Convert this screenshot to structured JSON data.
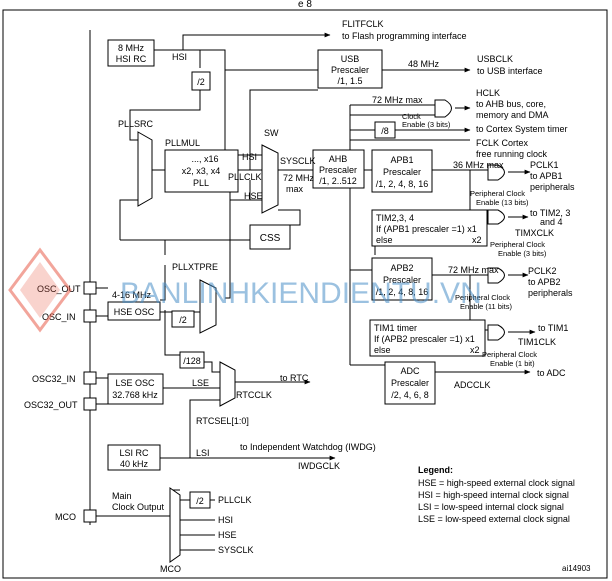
{
  "title_top": "e 8",
  "watermark": "BANLINHKIENDIENTU.VN",
  "figure_id": "ai14903",
  "blocks": {
    "hsi": [
      "8 MHz",
      "HSI RC"
    ],
    "usb": [
      "USB",
      "Prescaler",
      "/1, 1.5"
    ],
    "div2": "/2",
    "pllmul_title": "PLLMUL",
    "pll": [
      "..., x16",
      "x2, x3, x4",
      "PLL"
    ],
    "ahb": [
      "AHB",
      "Prescaler",
      "/1, 2..512"
    ],
    "div8": "/8",
    "apb1": [
      "APB1",
      "Prescaler",
      "/1, 2, 4, 8, 16"
    ],
    "tim234": [
      "TIM2,3, 4",
      "If (APB1 prescaler =1) x1",
      "else"
    ],
    "x2a": "x2",
    "css": "CSS",
    "pllxtpre": "PLLXTPRE",
    "hse_osc": "HSE OSC",
    "div2b": "/2",
    "apb2": [
      "APB2",
      "Prescaler",
      "/1, 2, 4, 8, 16"
    ],
    "tim1": [
      "TIM1 timer",
      "If (APB2 prescaler =1) x1",
      "else"
    ],
    "x2b": "x2",
    "div128": "/128",
    "adc": [
      "ADC",
      "Prescaler",
      "/2, 4, 6, 8"
    ],
    "lse_osc": [
      "LSE OSC",
      "32.768 kHz"
    ],
    "lsi_rc": [
      "LSI RC",
      "40 kHz"
    ],
    "mco_div2": "/2"
  },
  "labels": {
    "flitfclk": "FLITFCLK",
    "flash_if": "to Flash programming interface",
    "hsi_sig": "HSI",
    "usbclk": "USBCLK",
    "usb_freq": "48 MHz",
    "to_usb": "to USB interface",
    "hclk": "HCLK",
    "to_ahb": "to AHB bus, core,",
    "mem_dma": "memory and DMA",
    "max72a": "72 MHz max",
    "clock": "Clock",
    "enable3": "Enable (3 bits)",
    "cortex_timer": "to Cortex System timer",
    "fclk": "FCLK Cortex",
    "free_running": "free running clock",
    "pllsrc": "PLLSRC",
    "sw": "SW",
    "hsi_sw": "HSI",
    "pllclk_sw": "PLLCLK",
    "hse_sw": "HSE",
    "sysclk": "SYSCLK",
    "sysclk_max": [
      "72 MHz",
      "max"
    ],
    "max36": "36 MHz max",
    "pclk1": "PCLK1",
    "to_apb1": [
      "to APB1",
      "peripherals"
    ],
    "periph13": [
      "Peripheral Clock",
      "Enable (13 bits)"
    ],
    "to_tim234": [
      "to TIM2, 3",
      "and 4"
    ],
    "timxclk": "TIMXCLK",
    "periph3": [
      "Peripheral Clock",
      "Enable (3 bits)"
    ],
    "osc_out": "OSC_OUT",
    "osc_in": "OSC_IN",
    "osc_freq": "4-16 MHz",
    "max72b": "72 MHz max",
    "pclk2": "PCLK2",
    "to_apb2": [
      "to APB2",
      "peripherals"
    ],
    "periph11": [
      "Peripheral Clock",
      "Enable (11 bits)"
    ],
    "to_tim1": "to TIM1",
    "tim1clk": "TIM1CLK",
    "periph1": [
      "Peripheral Clock",
      "Enable (1 bit)"
    ],
    "to_adc": "to ADC",
    "adcclk": "ADCCLK",
    "osc32_in": "OSC32_IN",
    "osc32_out": "OSC32_OUT",
    "lse_sig": "LSE",
    "to_rtc": "to RTC",
    "rtcclk": "RTCCLK",
    "rtcsel": "RTCSEL[1:0]",
    "lsi_sig": "LSI",
    "iwdg": "to Independent Watchdog (IWDG)",
    "iwdgclk": "IWDGCLK",
    "main_clk": [
      "Main",
      "Clock Output"
    ],
    "mco": "MCO",
    "mco_pin": "MCO",
    "mco_pllclk": "PLLCLK",
    "mco_hsi": "HSI",
    "mco_hse": "HSE",
    "mco_sysclk": "SYSCLK"
  },
  "legend": {
    "title": "Legend:",
    "items": [
      "HSE = high-speed external clock signal",
      "HSI = high-speed internal clock signal",
      "LSI = low-speed internal clock signal",
      "LSE = low-speed external clock signal"
    ]
  },
  "colors": {
    "line": "#000000",
    "watermark": "#4a90c8",
    "logo": "#e85d4a"
  }
}
